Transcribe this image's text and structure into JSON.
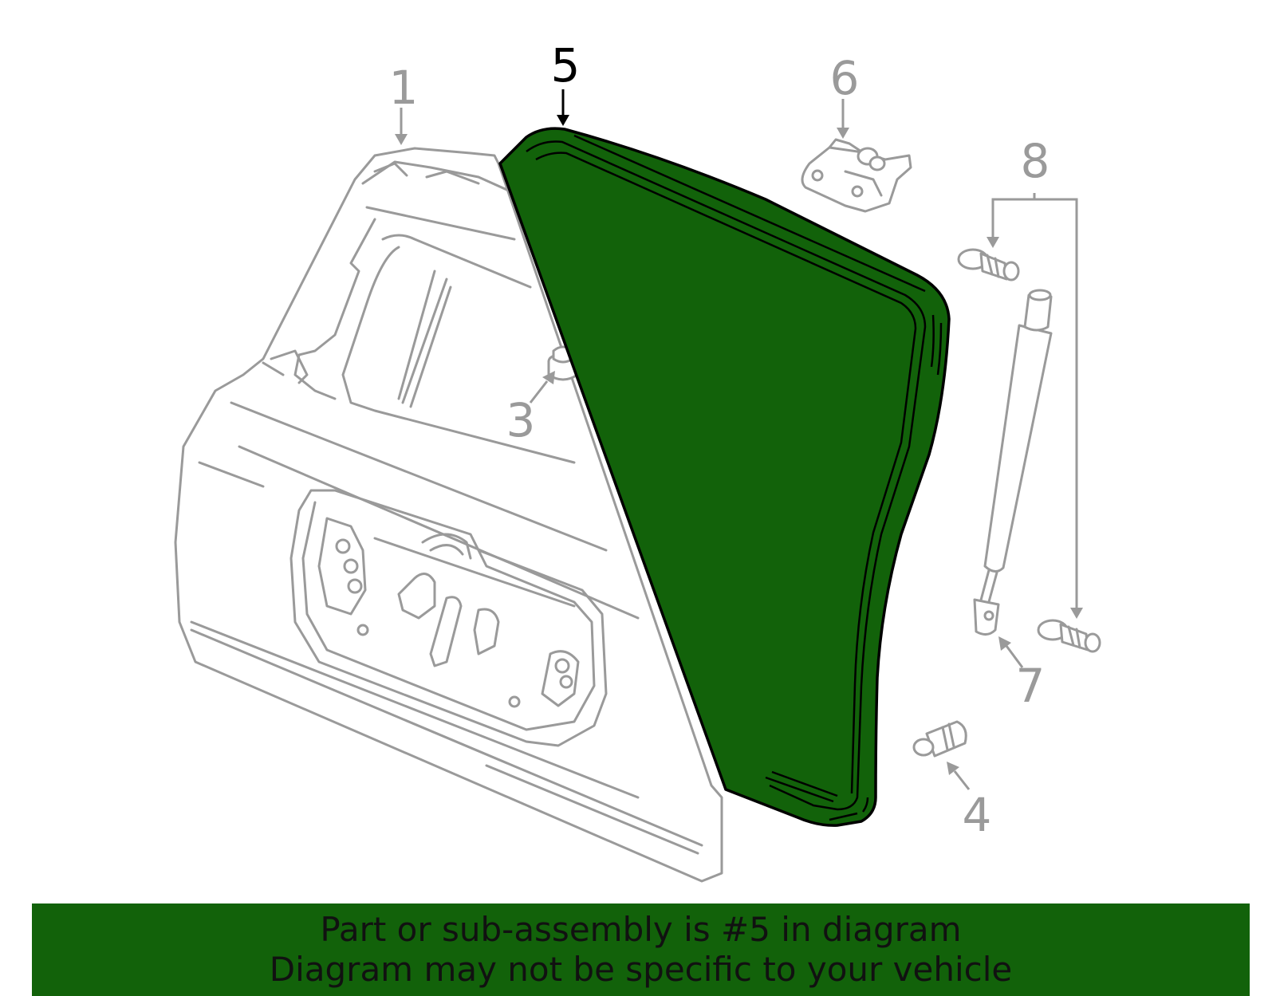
{
  "diagram": {
    "callouts": [
      {
        "id": "1",
        "label": "1",
        "highlighted": false
      },
      {
        "id": "3",
        "label": "3",
        "highlighted": false
      },
      {
        "id": "4",
        "label": "4",
        "highlighted": false
      },
      {
        "id": "5",
        "label": "5",
        "highlighted": true
      },
      {
        "id": "6",
        "label": "6",
        "highlighted": false
      },
      {
        "id": "7",
        "label": "7",
        "highlighted": false
      },
      {
        "id": "8",
        "label": "8",
        "highlighted": false
      }
    ],
    "colors": {
      "highlight": "#12620a",
      "parts_line": "#9a9a9a",
      "highlight_outline": "#000000",
      "banner": "#12620a"
    }
  },
  "banner": {
    "line1": "Part or sub-assembly is #5 in diagram",
    "line2": "Diagram may not be specific to your vehicle"
  }
}
